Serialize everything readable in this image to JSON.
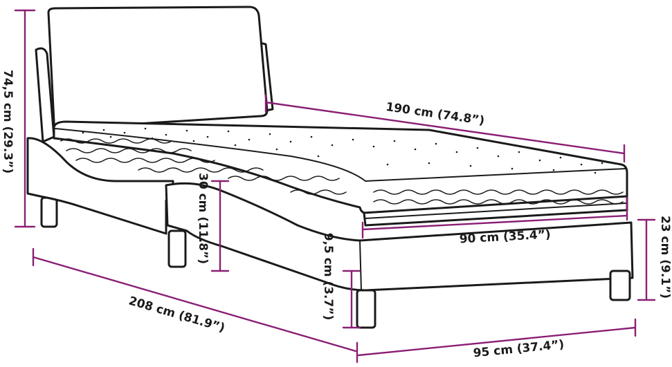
{
  "colors": {
    "dimension_line": "#8a1f74",
    "outline": "#1a1a1a",
    "background": "#ffffff"
  },
  "dimensions": {
    "total_height": "74,5 cm (29.3”)",
    "mattress_length": "190 cm (74.8”)",
    "side_height": "30 cm (11.8”)",
    "mattress_width": "90 cm (35.4”)",
    "frame_height": "23 cm (9.1”)",
    "leg_height": "9,5 cm (3.7”)",
    "total_length": "208 cm (81.9”)",
    "total_width": "95 cm (37.4”)"
  }
}
